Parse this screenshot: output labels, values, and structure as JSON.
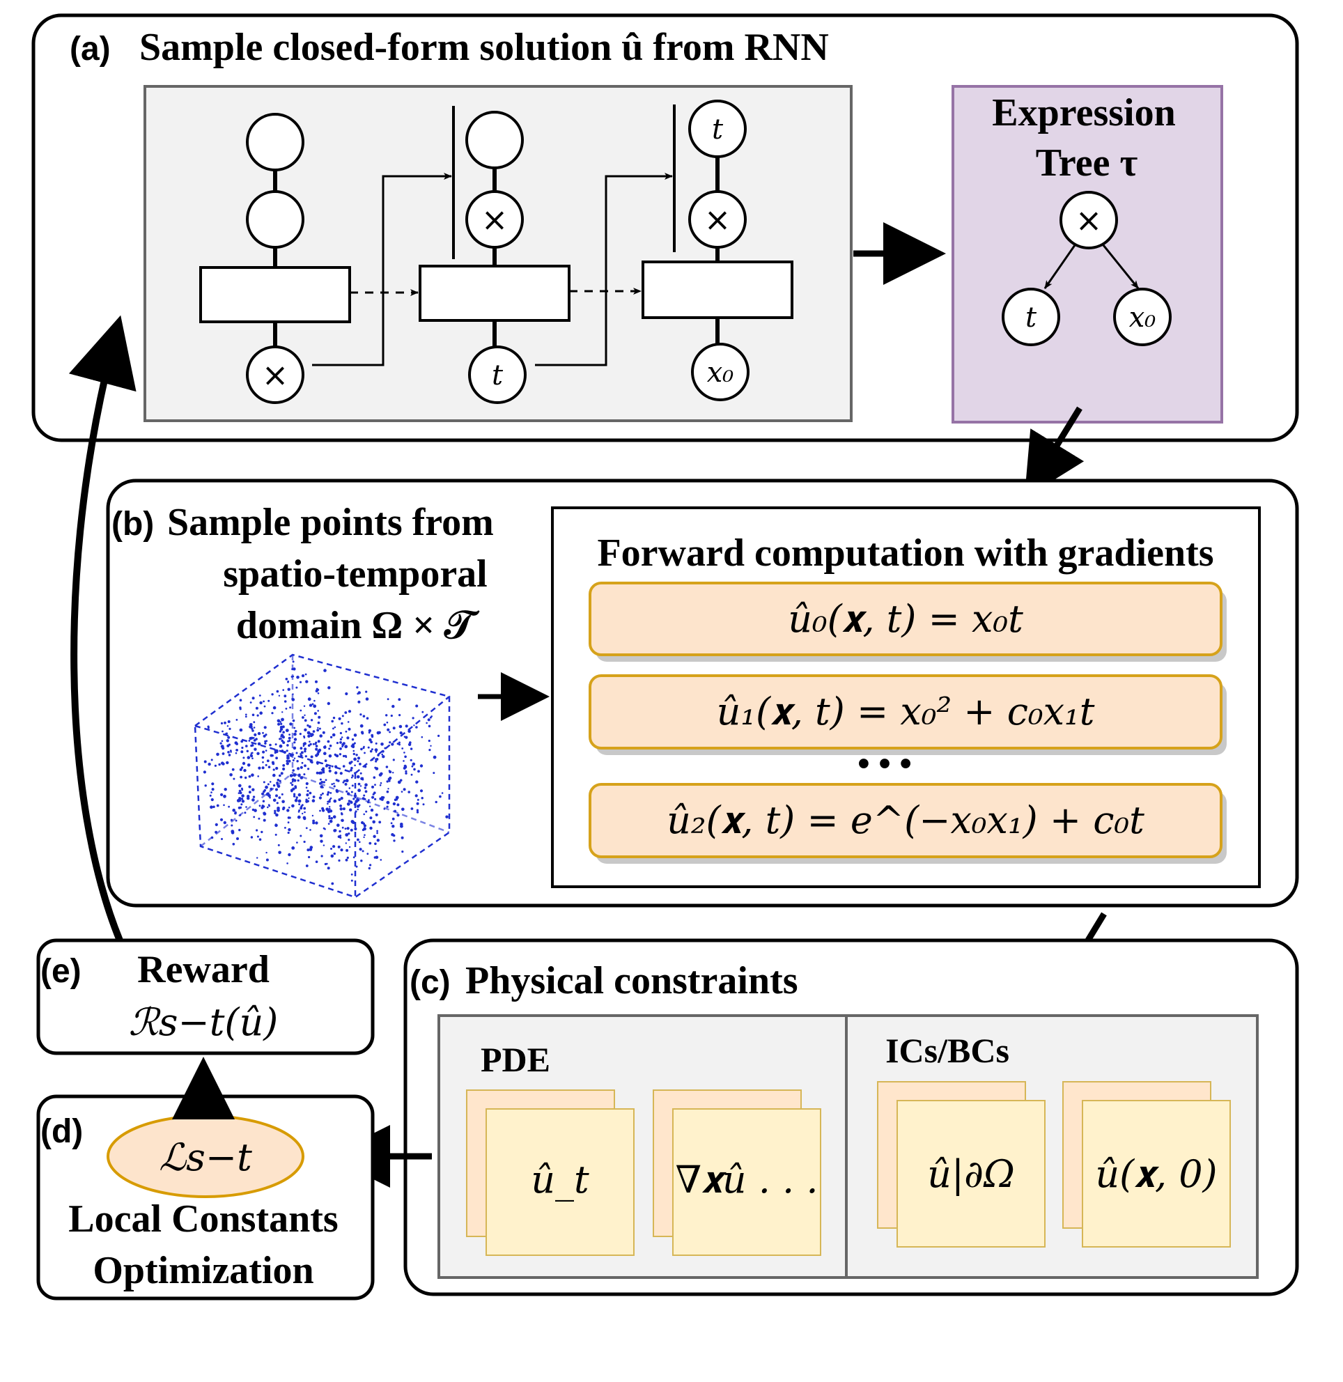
{
  "panel_a": {
    "tag": "(a)",
    "title": "Sample closed-form solution û  from RNN",
    "rnn_steps": [
      {
        "input": "×",
        "outputs": [
          "",
          ""
        ]
      },
      {
        "input": "t",
        "outputs": [
          "",
          "×"
        ]
      },
      {
        "input": "x₀",
        "outputs": [
          "t",
          "×"
        ]
      }
    ],
    "tree_title_line1": "Expression",
    "tree_title_line2": "Tree τ",
    "tree_root": "×",
    "tree_left": "t",
    "tree_right": "x₀",
    "colors": {
      "rnn_bg": "#f2f2f2",
      "tree_bg": "#e1d5e7",
      "tree_border": "#9673a6"
    }
  },
  "panel_b": {
    "tag": "(b)",
    "title_line1": "Sample points from",
    "title_line2": "spatio-temporal",
    "title_line3": "domain Ω × 𝒯",
    "forward_title": "Forward computation with gradients",
    "equations": [
      "û₀(𝐱, t) = x₀t",
      "û₁(𝐱, t) = x₀² + c₀x₁t",
      "û₂(𝐱, t) = e^(−x₀x₁) + c₀t"
    ],
    "ellipsis": "• • •",
    "colors": {
      "eq_fill": "#fde4cc",
      "eq_border": "#d6a21b",
      "cube": "#1f2fd0"
    }
  },
  "panel_c": {
    "tag": "(c)",
    "title": "Physical constraints",
    "pde_label": "PDE",
    "icbc_label": "ICs/BCs",
    "cards": [
      "û_t",
      "∇𝐱û . . .",
      "û|∂Ω",
      "û(𝐱, 0)"
    ],
    "colors": {
      "card_front": "#fff2cc",
      "card_back": "#ffe6cc",
      "card_border": "#d6b656"
    }
  },
  "panel_d": {
    "tag": "(d)",
    "loss": "ℒs−t",
    "label_line1": "Local Constants",
    "label_line2": "Optimization",
    "colors": {
      "ellipse": "#fde4cc",
      "ellipse_border": "#d79b00"
    }
  },
  "panel_e": {
    "tag": "(e)",
    "title": "Reward",
    "reward": "ℛs−t(û)"
  }
}
